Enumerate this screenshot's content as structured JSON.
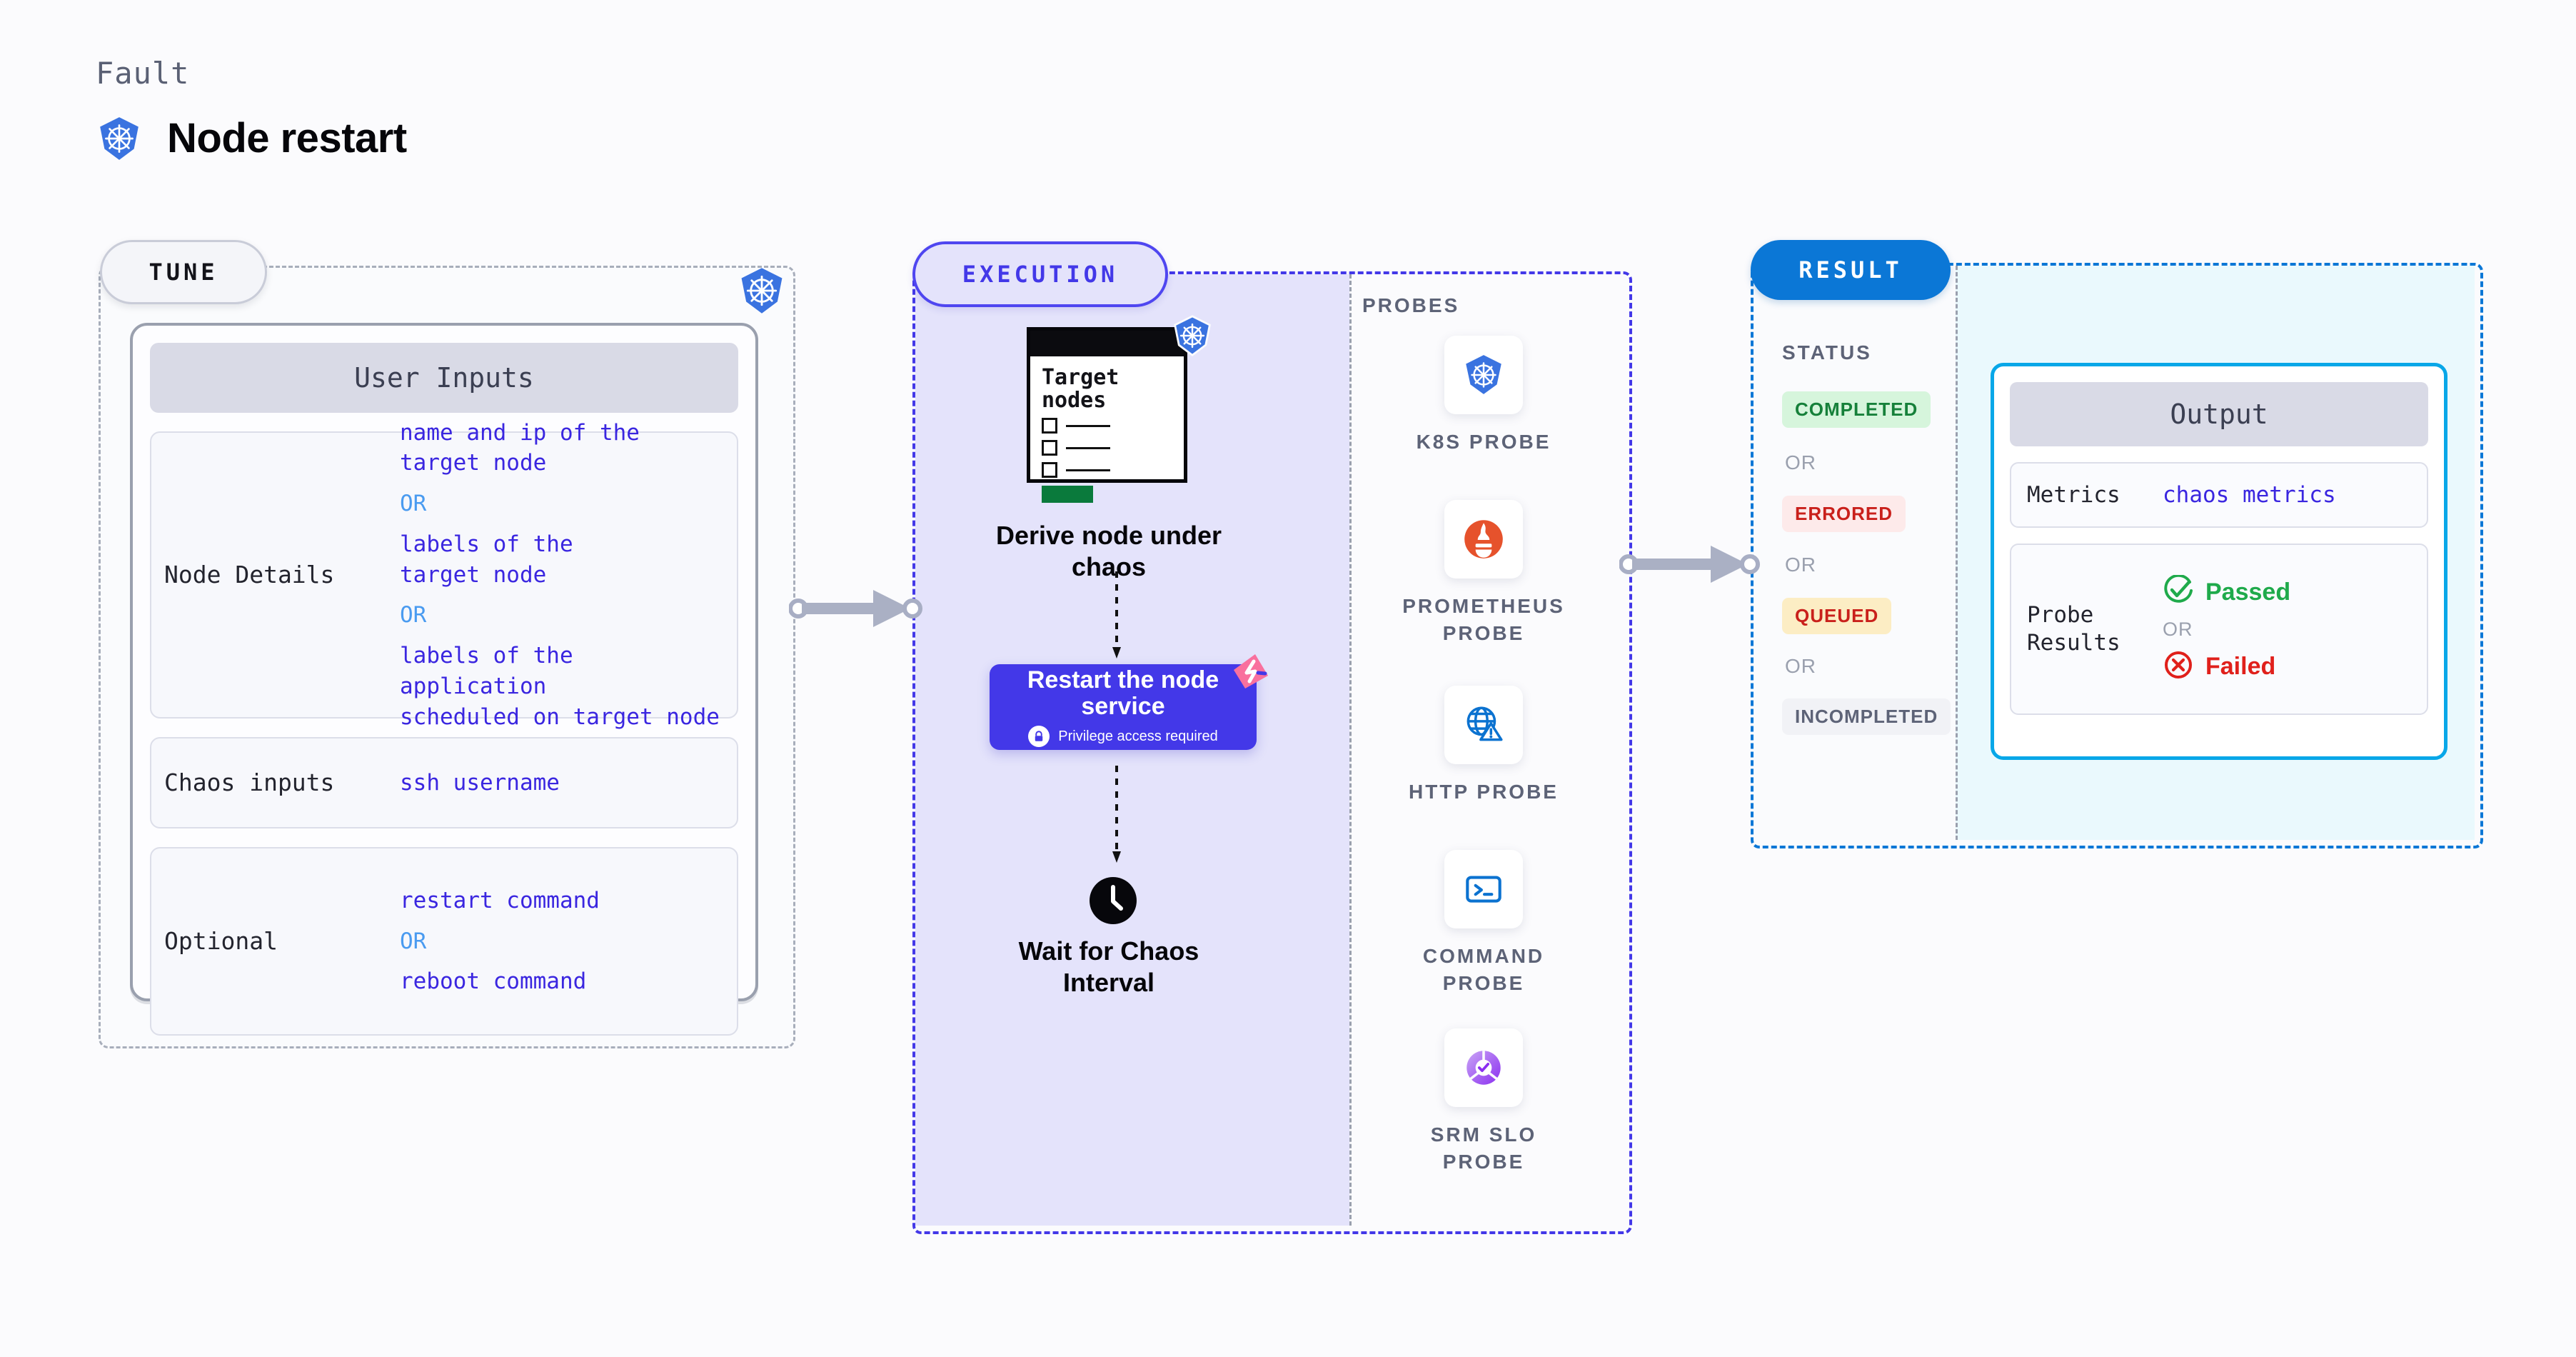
{
  "header": {
    "eyebrow": "Fault",
    "title": "Node restart",
    "icon": "kubernetes-icon"
  },
  "colors": {
    "tune_border": "#a8aebb",
    "execution_accent": "#4338e8",
    "execution_fill": "#e4e3fb",
    "result_accent": "#0b77d6",
    "result_fill": "#eaf9fd",
    "output_border": "#08a7e8",
    "value_text": "#3a26e0",
    "or_text": "#4a9bf0",
    "k8s_blue": "#3a73e0",
    "pink_badge": "#f9709e",
    "green": "#1faa4b",
    "red": "#e0201b"
  },
  "tune": {
    "pill_label": "TUNE",
    "card_header": "User Inputs",
    "rows": [
      {
        "label": "Node Details",
        "values": [
          "name and ip of the\ntarget node",
          "labels of the\ntarget node",
          "labels of the application\n scheduled on target node"
        ],
        "separator": "OR"
      },
      {
        "label": "Chaos inputs",
        "values": [
          "ssh username"
        ],
        "separator": "OR"
      },
      {
        "label": "Optional",
        "values": [
          "restart command",
          "reboot command"
        ],
        "separator": "OR"
      }
    ]
  },
  "execution": {
    "pill_label": "EXECUTION",
    "target_node_card": {
      "title": "Target\nnodes",
      "checkbox_rows": 3
    },
    "step1_label": "Derive node under\nchaos",
    "step2": {
      "title": "Restart the node\nservice",
      "subtitle": "Privilege access required",
      "lock_icon": "lock-icon",
      "corner_badge": "chaos-fault-badge"
    },
    "step3": {
      "icon": "clock-icon",
      "label": "Wait for Chaos\nInterval"
    },
    "probes": {
      "title": "PROBES",
      "items": [
        {
          "label": "K8S PROBE",
          "icon": "kubernetes-icon"
        },
        {
          "label": "PROMETHEUS\nPROBE",
          "icon": "prometheus-icon"
        },
        {
          "label": "HTTP PROBE",
          "icon": "globe-warning-icon"
        },
        {
          "label": "COMMAND\nPROBE",
          "icon": "terminal-icon"
        },
        {
          "label": "SRM SLO\nPROBE",
          "icon": "slo-gauge-icon"
        }
      ]
    }
  },
  "result": {
    "pill_label": "RESULT",
    "status_title": "STATUS",
    "separator": "OR",
    "statuses": [
      {
        "label": "COMPLETED",
        "bg": "#d6f5dc",
        "fg": "#16803a"
      },
      {
        "label": "ERRORED",
        "bg": "#fdeaea",
        "fg": "#c9201b"
      },
      {
        "label": "QUEUED",
        "bg": "#fcedc4",
        "fg": "#c9201b"
      },
      {
        "label": "INCOMPLETED",
        "bg": "#f1f2f6",
        "fg": "#5d6377"
      }
    ],
    "output": {
      "header": "Output",
      "metrics_label": "Metrics",
      "metrics_value": "chaos metrics",
      "probe_results_label": "Probe\nResults",
      "passed": "Passed",
      "failed": "Failed",
      "separator": "OR"
    }
  },
  "arrows": [
    {
      "name": "tune-to-execution"
    },
    {
      "name": "execution-to-result"
    }
  ]
}
